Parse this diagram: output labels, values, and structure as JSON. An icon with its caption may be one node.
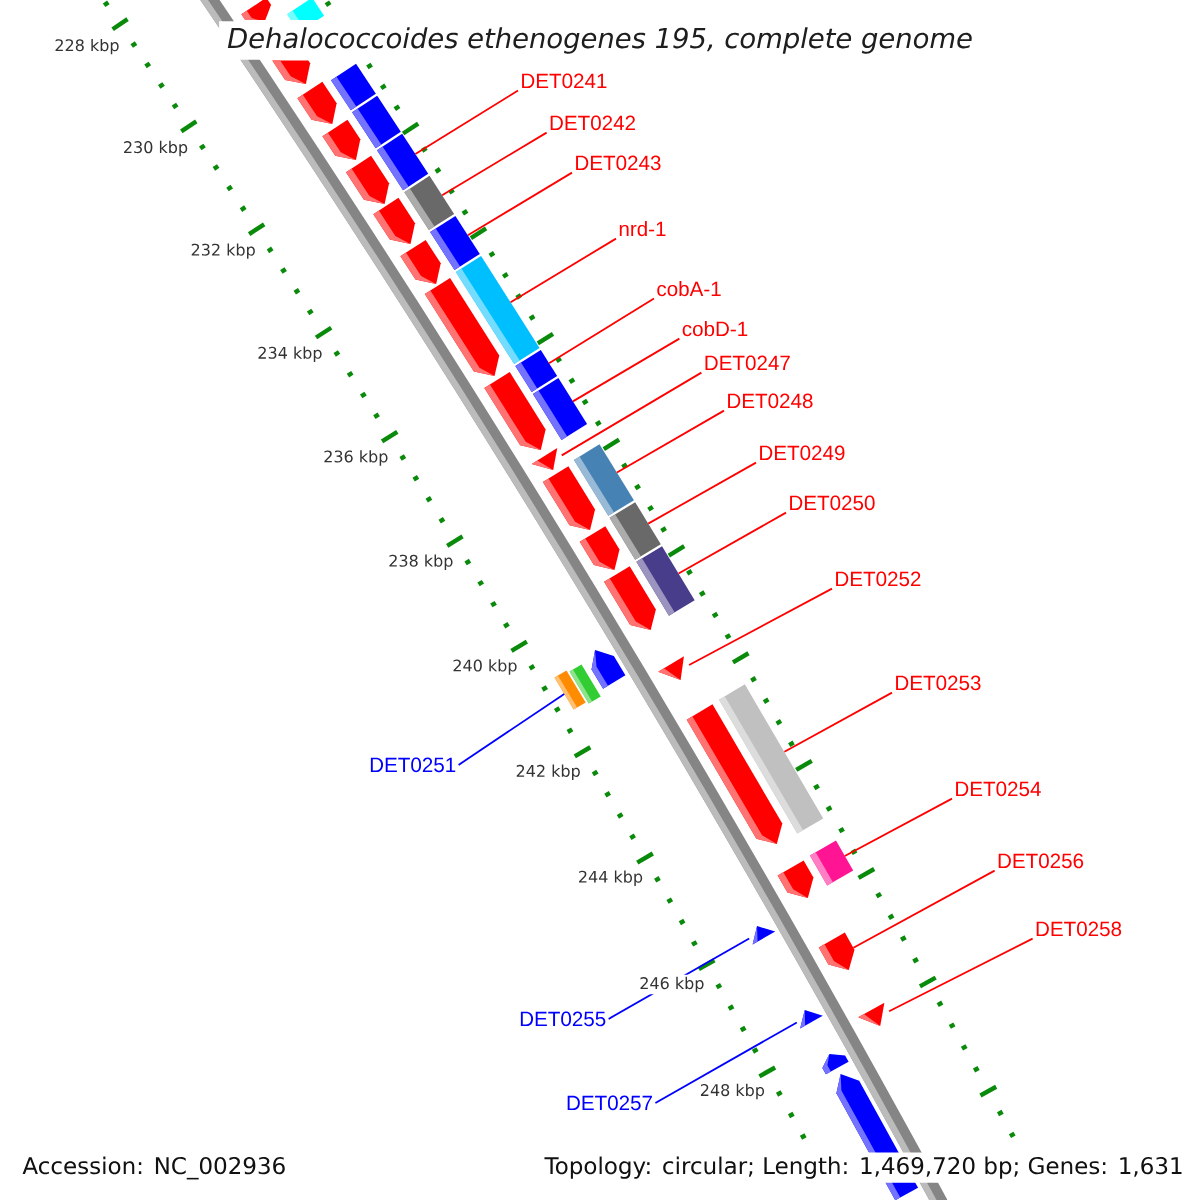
{
  "diagram": {
    "title": "Dehalococcoides ethenogenes 195, complete genome",
    "nodes": [
      {
        "text": [
          "DET0241"
        ]
      },
      {
        "text": [
          "DET0242"
        ]
      },
      {
        "text": [
          "DET0243"
        ]
      },
      {
        "text": [
          "nrd-1"
        ]
      },
      {
        "text": [
          "cobA-1"
        ]
      },
      {
        "text": [
          "cobD-1"
        ]
      },
      {
        "text": [
          "DET0247"
        ]
      },
      {
        "text": [
          "DET0248"
        ]
      },
      {
        "text": [
          "DET0249"
        ]
      },
      {
        "text": [
          "DET0250"
        ]
      },
      {
        "text": [
          "DET0252"
        ]
      },
      {
        "text": [
          "DET0253"
        ]
      },
      {
        "text": [
          "DET0251"
        ]
      },
      {
        "text": [
          "DET0254"
        ]
      },
      {
        "text": [
          "DET0256"
        ]
      },
      {
        "text": [
          "DET0258"
        ]
      },
      {
        "text": [
          "DET0255"
        ]
      },
      {
        "text": [
          "DET0257"
        ]
      },
      {
        "text": [],
        "shape": "pentagon"
      },
      {
        "text": [],
        "shape": "bar"
      },
      {
        "text": [],
        "shape": "pentagon"
      },
      {
        "text": [],
        "shape": "bar"
      },
      {
        "text": [],
        "shape": "pentagon"
      },
      {
        "text": [],
        "shape": "bar"
      },
      {
        "text": [],
        "shape": "pentagon"
      },
      {
        "text": [],
        "shape": "bar"
      },
      {
        "text": [],
        "shape": "pentagon"
      },
      {
        "text": [],
        "shape": "bar"
      },
      {
        "text": [],
        "shape": "pentagon"
      },
      {
        "text": [],
        "shape": "bar"
      },
      {
        "text": [],
        "shape": "pentagon"
      },
      {
        "text": [],
        "shape": "bar"
      },
      {
        "text": [],
        "shape": "pentagon"
      },
      {
        "text": [],
        "shape": "bar"
      },
      {
        "text": [],
        "shape": "bar"
      },
      {
        "text": [],
        "shape": "pentagon"
      },
      {
        "text": [],
        "shape": "triangle"
      },
      {
        "text": [],
        "shape": "bar"
      },
      {
        "text": [],
        "shape": "pentagon"
      },
      {
        "text": [],
        "shape": "bar"
      },
      {
        "text": [],
        "shape": "pentagon"
      },
      {
        "text": [],
        "shape": "bar"
      },
      {
        "text": [],
        "shape": "pentagon"
      },
      {
        "text": [],
        "shape": "pentagon"
      },
      {
        "text": [],
        "shape": "triangle"
      },
      {
        "text": [],
        "shape": "bar"
      },
      {
        "text": [],
        "shape": "bar"
      },
      {
        "text": [],
        "shape": "bar"
      },
      {
        "text": [],
        "shape": "pentagon"
      },
      {
        "text": [],
        "shape": "bar"
      },
      {
        "text": [],
        "shape": "pentagon"
      },
      {
        "text": [],
        "shape": "triangle"
      },
      {
        "text": [],
        "shape": "pentagon"
      },
      {
        "text": [],
        "shape": "triangle"
      },
      {
        "text": [],
        "shape": "triangle"
      },
      {
        "text": [],
        "shape": "pentagon"
      },
      {
        "text": [],
        "shape": "pentagon"
      }
    ],
    "edges": [
      {
        "from": 0,
        "to": 25,
        "arrow": "none"
      },
      {
        "from": 1,
        "to": 27,
        "arrow": "none"
      },
      {
        "from": 2,
        "to": 29,
        "arrow": "none"
      },
      {
        "from": 3,
        "to": 31,
        "arrow": "none"
      },
      {
        "from": 4,
        "to": 33,
        "arrow": "none"
      },
      {
        "from": 5,
        "to": 34,
        "arrow": "none"
      },
      {
        "from": 6,
        "to": 36,
        "arrow": "none"
      },
      {
        "from": 7,
        "to": 37,
        "arrow": "none"
      },
      {
        "from": 8,
        "to": 39,
        "arrow": "none"
      },
      {
        "from": 9,
        "to": 41,
        "arrow": "none"
      },
      {
        "from": 10,
        "to": 44,
        "arrow": "none"
      },
      {
        "from": 11,
        "to": 47,
        "arrow": "none"
      },
      {
        "from": 12,
        "to": 46,
        "arrow": "none",
        "color": "#0000ff"
      },
      {
        "from": 13,
        "to": 49,
        "arrow": "none"
      },
      {
        "from": 14,
        "to": 52,
        "arrow": "none"
      },
      {
        "from": 15,
        "to": 54,
        "arrow": "none"
      },
      {
        "from": 16,
        "to": 51,
        "arrow": "none",
        "color": "#0000ff"
      },
      {
        "from": 17,
        "to": 53,
        "arrow": "none",
        "color": "#0000ff"
      }
    ],
    "labels": [
      "228 kbp",
      "230 kbp",
      "232 kbp",
      "234 kbp",
      "236 kbp",
      "238 kbp",
      "240 kbp",
      "242 kbp",
      "244 kbp",
      "246 kbp",
      "248 kbp",
      "Accession: NC_002936",
      "Topology: circular; Length: 1,469,720 bp; Genes: 1,631"
    ]
  }
}
